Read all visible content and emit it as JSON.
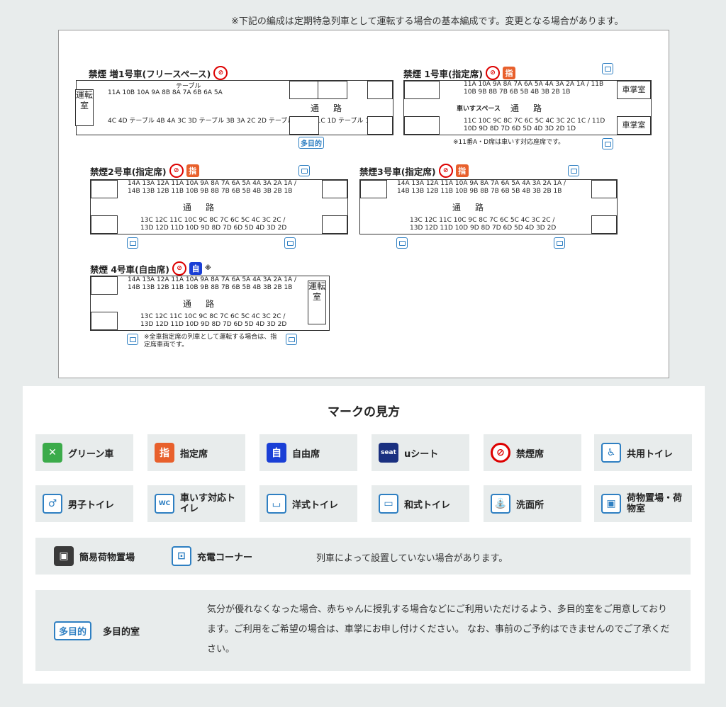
{
  "top_note": "※下記の編成は定期特急列車として運転する場合の基本編成です。変更となる場合があります。",
  "cars": [
    {
      "title": "禁煙 増1号車(フリースペース)",
      "table_label": "テーブル",
      "driver": "運転室",
      "aisle": "通路",
      "top_row": "11A 10B 10A 9A 8B 8A 7A 6B 6A 5A",
      "bot_row": "4C 4D テーブル 4B 4A 3C 3D テーブル 3B 3A 2C 2D テーブル 2B 2A 1C 1D テーブル 1B 1A",
      "multi_tag": "多目的"
    },
    {
      "title": "禁煙 1号車(指定席)",
      "icon_res": "指",
      "conductor": "車掌室",
      "wheel_space": "車いすスペース",
      "aisle": "通路",
      "top_row": "11A 10A 9A 8A 7A 6A 5A 4A 3A 2A 1A / 11B 10B 9B 8B 7B 6B 5B 4B 3B 2B 1B",
      "bot_row": "11C 10C 9C 8C 7C 6C 5C 4C 3C 2C 1C / 11D 10D 9D 8D 7D 6D 5D 4D 3D 2D 1D",
      "note": "※11番A・D席は車いす対応座席です。"
    },
    {
      "title": "禁煙2号車(指定席)",
      "icon_res": "指",
      "aisle": "通路",
      "top_row": "14A 13A 12A 11A 10A 9A 8A 7A 6A 5A 4A 3A 2A 1A / 14B 13B 12B 11B 10B 9B 8B 7B 6B 5B 4B 3B 2B 1B",
      "bot_row": "13C 12C 11C 10C 9C 8C 7C 6C 5C 4C 3C 2C / 13D 12D 11D 10D 9D 8D 7D 6D 5D 4D 3D 2D"
    },
    {
      "title": "禁煙3号車(指定席)",
      "icon_res": "指",
      "aisle": "通路",
      "top_row": "14A 13A 12A 11A 10A 9A 8A 7A 6A 5A 4A 3A 2A 1A / 14B 13B 12B 11B 10B 9B 8B 7B 6B 5B 4B 3B 2B 1B",
      "bot_row": "13C 12C 11C 10C 9C 8C 7C 6C 5C 4C 3C 2C / 13D 12D 11D 10D 9D 8D 7D 6D 5D 4D 3D 2D"
    },
    {
      "title": "禁煙 4号車(自由席)",
      "icon_free": "自",
      "mark": "※",
      "driver": "運転室",
      "aisle": "通路",
      "top_row": "14A 13A 12A 11A 10A 9A 8A 7A 6A 5A 4A 3A 2A 1A / 14B 13B 12B 11B 10B 9B 8B 7B 6B 5B 4B 3B 2B 1B",
      "bot_row": "13C 12C 11C 10C 9C 8C 7C 6C 5C 4C 3C 2C / 13D 12D 11D 10D 9D 8D 7D 6D 5D 4D 3D 2D",
      "note": "※全車指定席の列車として運転する場合は、指定席車両です。"
    }
  ],
  "legend": {
    "title": "マークの見方",
    "row1": [
      "グリーン車",
      "指定席",
      "自由席",
      "uシート",
      "禁煙席",
      "共用トイレ"
    ],
    "row2": [
      "男子トイレ",
      "車いす対応トイレ",
      "洋式トイレ",
      "和式トイレ",
      "洗面所",
      "荷物置場・荷物室"
    ],
    "simple_luggage": "簡易荷物置場",
    "charging": "充電コーナー",
    "band_note": "列車によって設置していない場合があります。",
    "multi_tag": "多目的",
    "multi_label": "多目的室",
    "multi_text": "気分が優れなくなった場合、赤ちゃんに授乳する場合などにご利用いただけるよう、多目的室をご用意しております。ご利用をご希望の場合は、車掌にお申し付けください。 なお、事前のご予約はできませんのでご了承ください。"
  },
  "colors": {
    "green": "#3bab4a",
    "reserved": "#e8602c",
    "free": "#1a3fd6",
    "blue": "#2e7fc2",
    "no_smoking": "#d00000"
  }
}
